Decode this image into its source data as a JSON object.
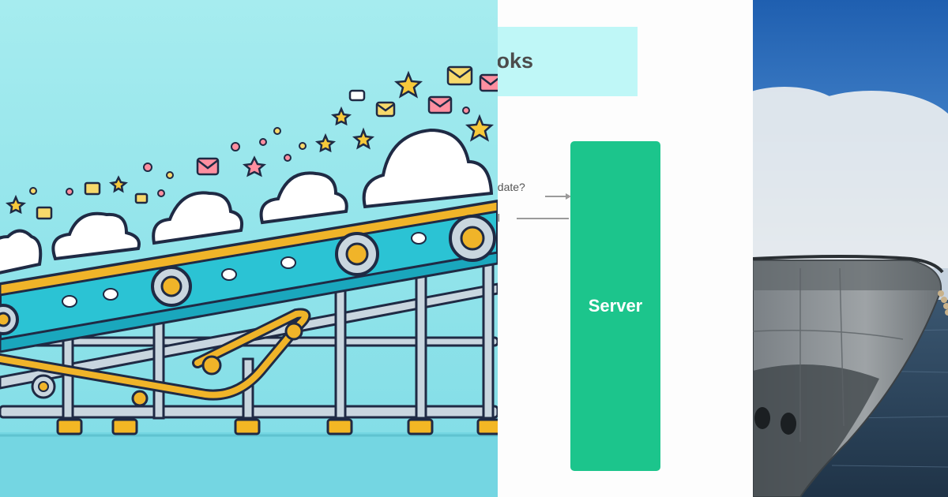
{
  "diagram": {
    "title_fragment": "ooks",
    "arrow_label_1": "pdate?",
    "arrow_label_2": "ol",
    "server_label": "Server"
  },
  "colors": {
    "sky_cyan": "#9fe6ec",
    "belt_teal": "#2bc3d4",
    "belt_gold": "#f0b429",
    "title_box": "#bff7f7",
    "server_green": "#1cc58c",
    "ship_gray": "#8b9094",
    "sea_blue": "#2c4760"
  },
  "icons": [
    "cloud-icon",
    "envelope-icon",
    "star-icon",
    "gear-wheel-icon"
  ]
}
